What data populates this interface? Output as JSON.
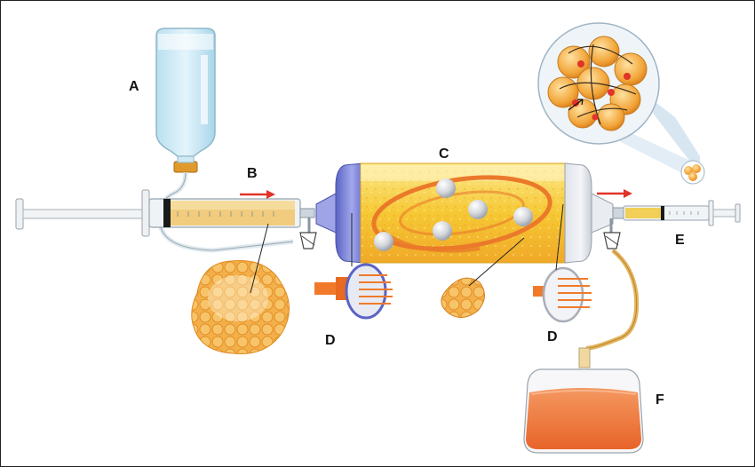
{
  "labels": {
    "a": "A",
    "b": "B",
    "c": "C",
    "d_left": "D",
    "d_right": "D",
    "e": "E",
    "f": "F"
  },
  "colors": {
    "bottle": "#cfe9f4",
    "bottle_cap": "#e09a2c",
    "chamber_fill": "#f7d23a",
    "chamber_end": "#7f86d8",
    "flow_arrow": "#e0342a",
    "fat_cells": "#f2a63a",
    "collection_fluid": "#f07a3a",
    "tubing": "#e4b45e"
  },
  "icons": {
    "arrow_b": "flow-arrow-icon",
    "arrow_e": "flow-arrow-icon"
  }
}
